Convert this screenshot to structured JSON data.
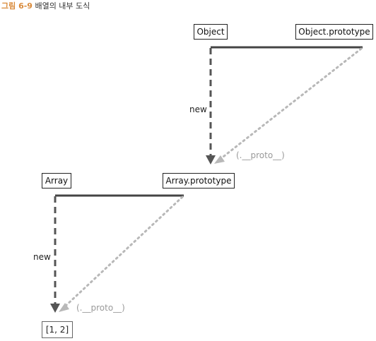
{
  "caption": {
    "figure_number": "그림 6-9",
    "title": "배열의 내부 도식"
  },
  "nodes": {
    "object": "Object",
    "object_prototype": "Object.prototype",
    "array": "Array",
    "array_prototype": "Array.prototype",
    "array_instance": "[1, 2]"
  },
  "edges": {
    "object_new": "new",
    "array_new": "new",
    "object_proto_link": "(.__proto__)",
    "array_proto_link": "(.__proto__)"
  },
  "colors": {
    "caption_number": "#d98a3a",
    "solid_line": "#444444",
    "new_arrow": "#555555",
    "proto_arrow": "#b5b5b5",
    "proto_label": "#9a9a9a"
  }
}
